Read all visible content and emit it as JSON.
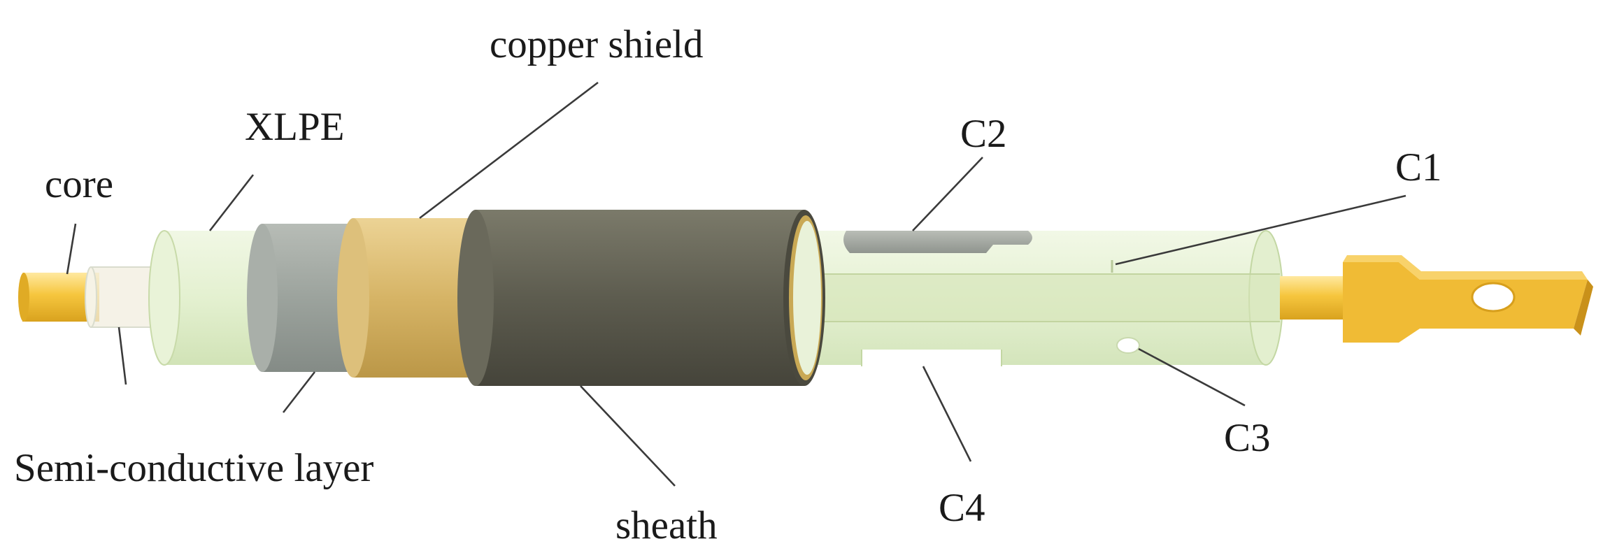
{
  "labels": {
    "core": "core",
    "xlpe": "XLPE",
    "copper_shield": "copper shield",
    "semi_conductive_layer": "Semi-conductive layer",
    "sheath": "sheath",
    "c1": "C1",
    "c2": "C2",
    "c3": "C3",
    "c4": "C4"
  },
  "colors": {
    "core": "#f2c23a",
    "xlpe": "#dfeec8",
    "semi_conductive_band": "#9aa19c",
    "copper_shield": "#d7b56a",
    "sheath": "#5b5a4d",
    "terminal_lug": "#f0bb35",
    "leader_line": "#3a3a3a",
    "text": "#1a1a1a"
  }
}
